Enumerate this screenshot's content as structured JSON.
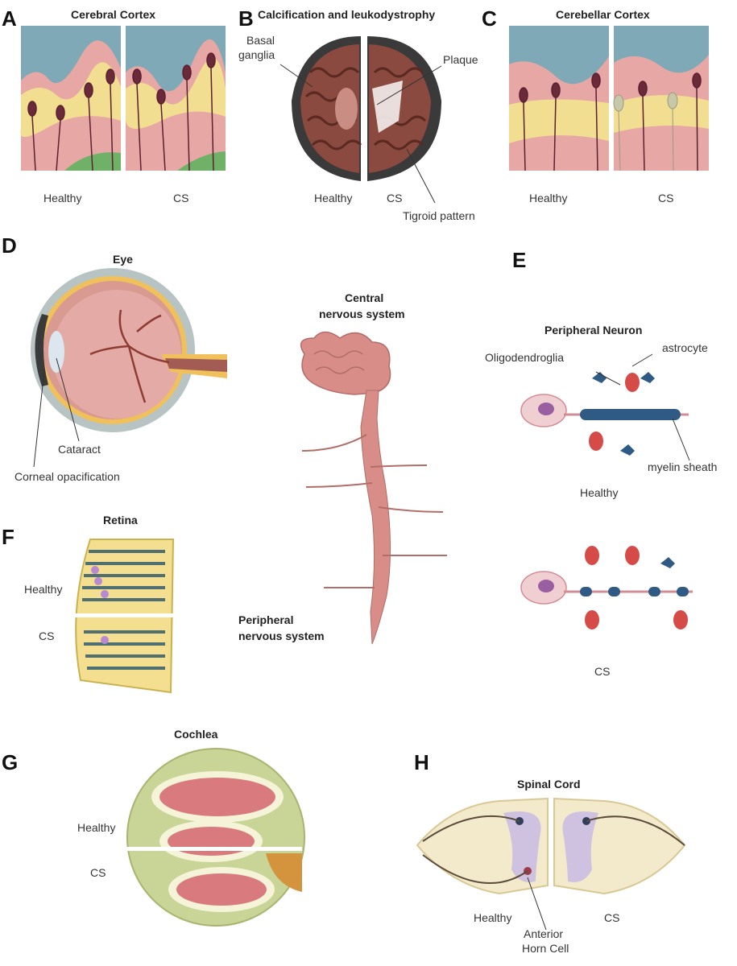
{
  "panels": {
    "a": {
      "letter": "A",
      "title": "Cerebral Cortex",
      "left_label": "Healthy",
      "right_label": "CS"
    },
    "b": {
      "letter": "B",
      "title": "Calcification and leukodystrophy",
      "basal_1": "Basal",
      "basal_2": "ganglia",
      "plaque": "Plaque",
      "left_label": "Healthy",
      "right_label": "CS",
      "tigroid": "Tigroid pattern"
    },
    "c": {
      "letter": "C",
      "title": "Cerebellar Cortex",
      "left_label": "Healthy",
      "right_label": "CS"
    },
    "d": {
      "letter": "D",
      "title": "Eye",
      "cataract": "Cataract",
      "corneal": "Corneal opacification"
    },
    "cns": {
      "line1": "Central",
      "line2": "nervous system"
    },
    "pns": {
      "line1": "Peripheral",
      "line2": "nervous system"
    },
    "e": {
      "letter": "E",
      "title": "Peripheral Neuron",
      "oligo": "Oligodendroglia",
      "astro": "astrocyte",
      "myelin": "myelin sheath",
      "healthy": "Healthy",
      "cs": "CS"
    },
    "f": {
      "letter": "F",
      "title": "Retina",
      "healthy": "Healthy",
      "cs": "CS"
    },
    "g": {
      "letter": "G",
      "title": "Cochlea",
      "healthy": "Healthy",
      "cs": "CS"
    },
    "h": {
      "letter": "H",
      "title": "Spinal Cord",
      "healthy": "Healthy",
      "cs": "CS",
      "ahc_1": "Anterior",
      "ahc_2": "Horn Cell"
    }
  }
}
